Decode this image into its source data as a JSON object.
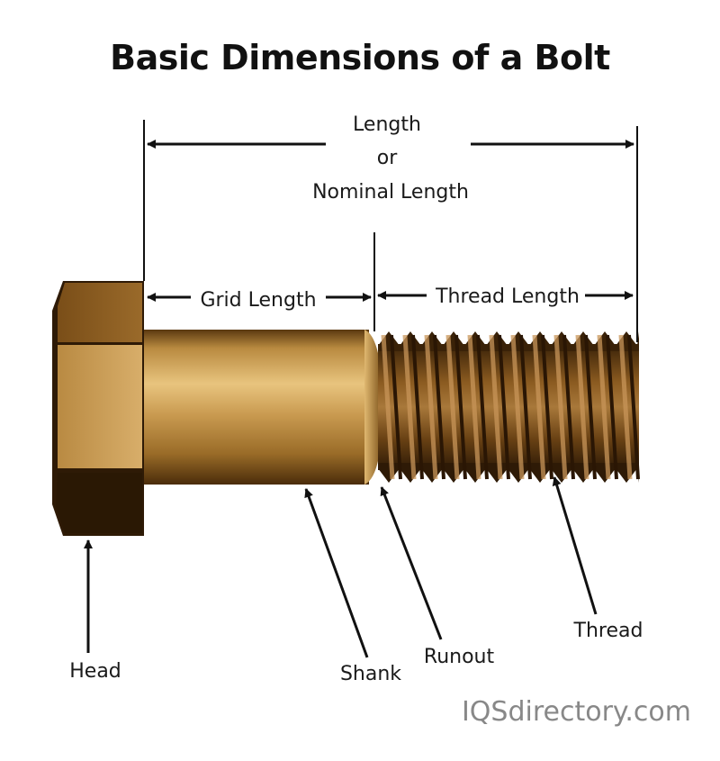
{
  "title": "Basic Dimensions of a Bolt",
  "labels": {
    "length_line1": "Length",
    "length_line2": "or",
    "length_line3": "Nominal Length",
    "grip_length": "Grid Length",
    "thread_length": "Thread Length",
    "head": "Head",
    "shank": "Shank",
    "runout": "Runout",
    "thread": "Thread"
  },
  "watermark": "IQSdirectory.com",
  "colors": {
    "bronze_light": "#d4a860",
    "bronze_mid": "#a87a30",
    "bronze_dark": "#4a2e0e",
    "line": "#111111"
  }
}
